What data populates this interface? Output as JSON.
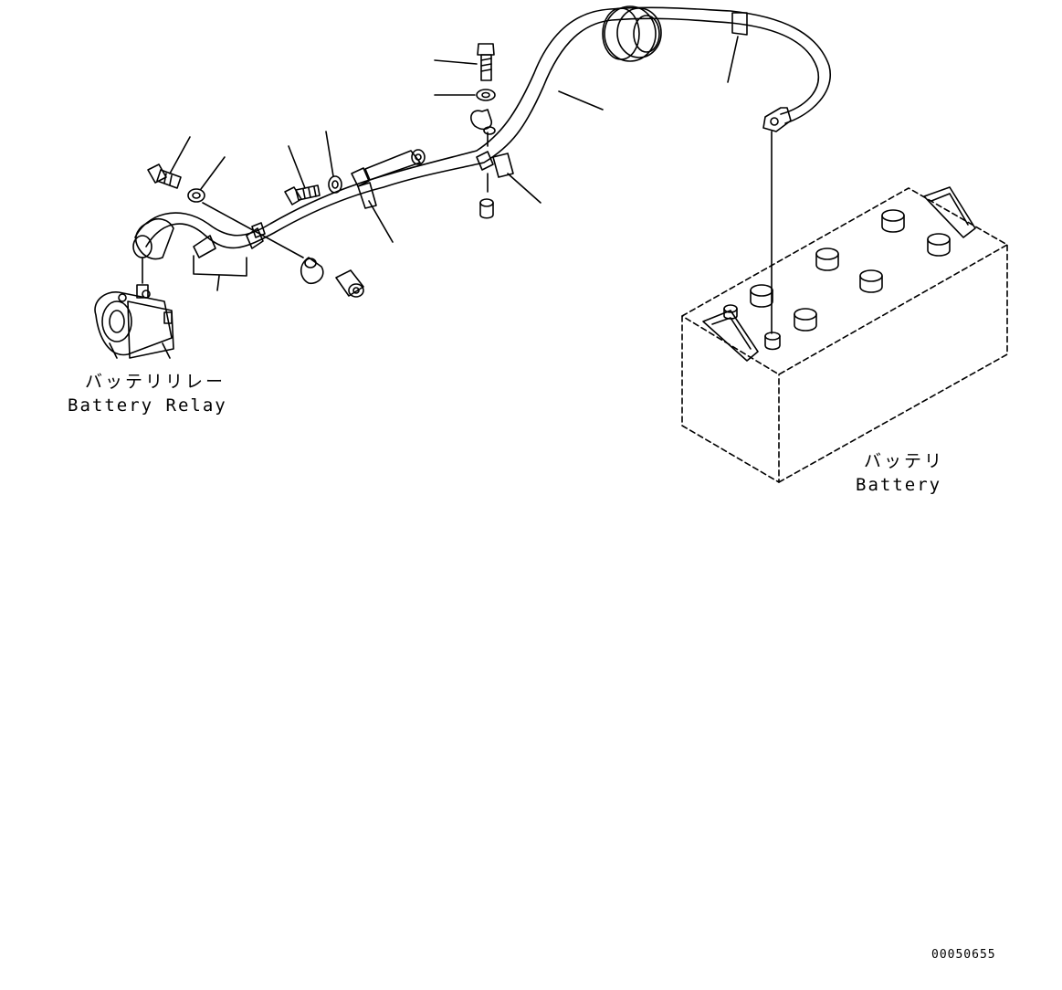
{
  "labels": {
    "battery_relay_jp": "バッテリリレー",
    "battery_relay_en": "Battery Relay",
    "battery_jp": "バッテリ",
    "battery_en": "Battery"
  },
  "document_number": "00050655",
  "colors": {
    "line": "#000000",
    "background": "#ffffff"
  }
}
